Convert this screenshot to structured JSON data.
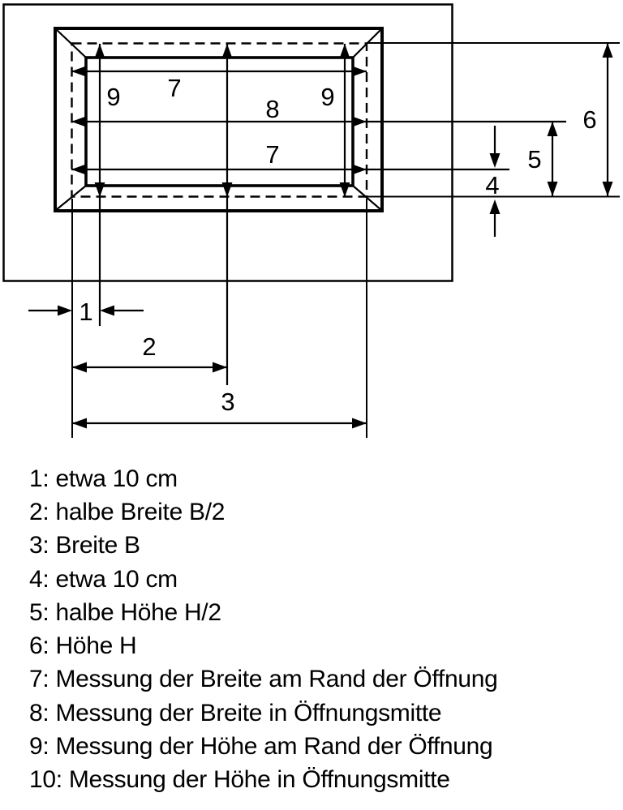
{
  "colors": {
    "ink": "#000000",
    "paper": "#ffffff"
  },
  "diagram": {
    "markers": {
      "width_top": "7",
      "width_middle": "8",
      "width_bottom": "7",
      "height_left": "9",
      "height_right": "9"
    },
    "dimensions": {
      "d1": "1",
      "d2": "2",
      "d3": "3",
      "d4": "4",
      "d5": "5",
      "d6": "6"
    }
  },
  "legend": {
    "items": [
      {
        "label": "1: etwa 10 cm"
      },
      {
        "label": "2: halbe Breite B/2"
      },
      {
        "label": "3: Breite B"
      },
      {
        "label": "4: etwa 10 cm"
      },
      {
        "label": "5: halbe Höhe H/2"
      },
      {
        "label": "6: Höhe H"
      },
      {
        "label": "7: Messung der Breite am Rand der Öffnung"
      },
      {
        "label": "8: Messung der Breite in Öffnungsmitte"
      },
      {
        "label": "9: Messung der Höhe am Rand der Öffnung"
      },
      {
        "label": "10: Messung der Höhe in Öffnungsmitte"
      }
    ]
  }
}
